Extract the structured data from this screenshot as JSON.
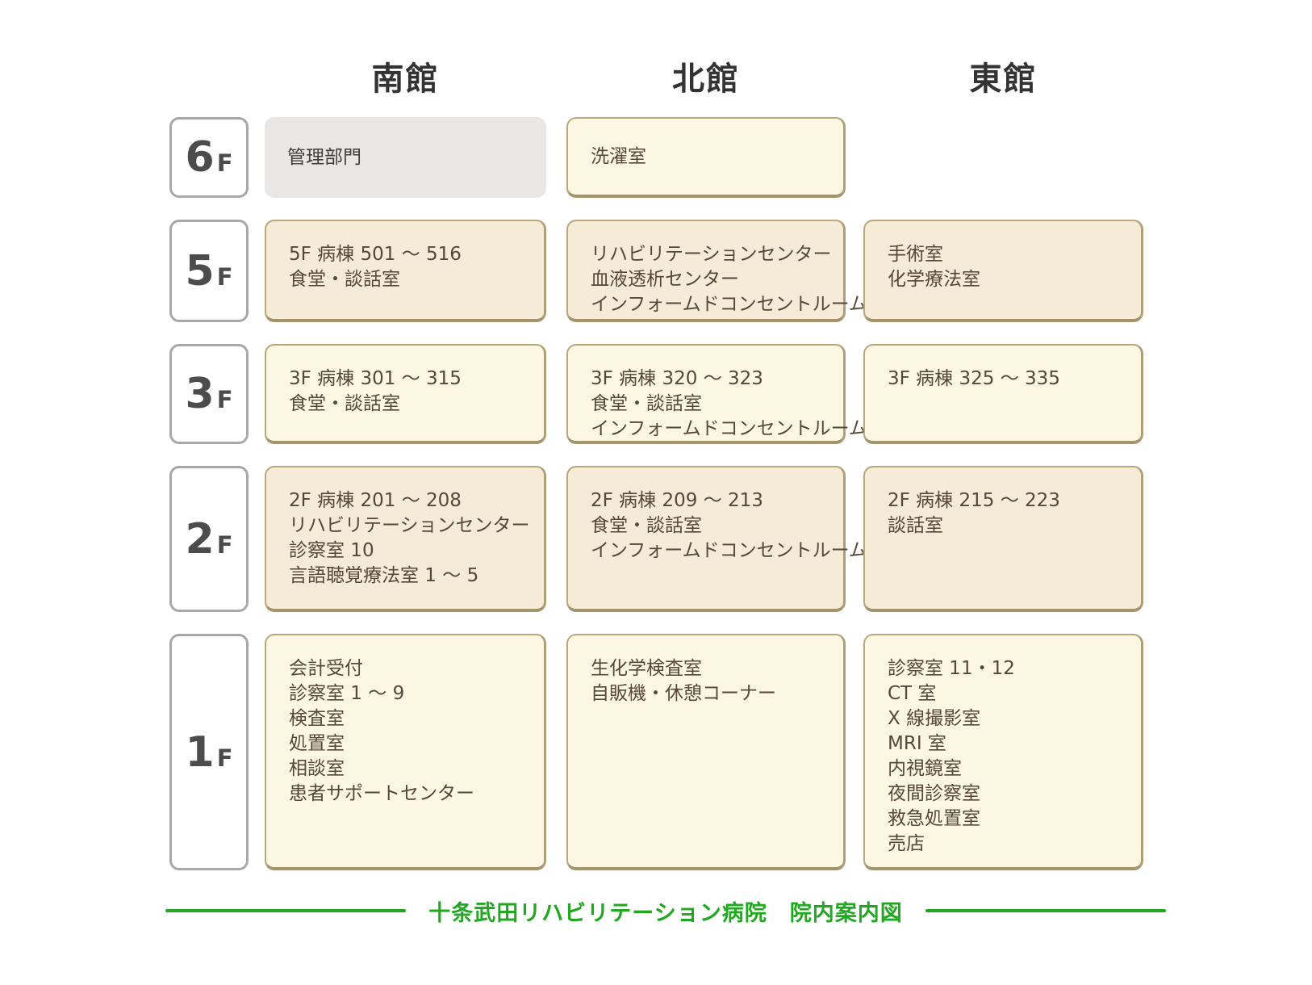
{
  "headers": [
    {
      "id": "south",
      "label": "南館"
    },
    {
      "id": "north",
      "label": "北館"
    },
    {
      "id": "east",
      "label": "東館"
    }
  ],
  "rows": [
    {
      "floor": "6F",
      "cells": [
        {
          "col": "south",
          "variant": "gray",
          "lines": [
            "管理部門"
          ]
        },
        {
          "col": "north",
          "variant": "cream",
          "lines": [
            "洗濯室"
          ]
        },
        {
          "col": "east",
          "variant": "empty",
          "lines": []
        }
      ]
    },
    {
      "floor": "5F",
      "cells": [
        {
          "col": "south",
          "variant": "beige",
          "lines": [
            "5F 病棟 501 ～ 516",
            "食堂・談話室"
          ]
        },
        {
          "col": "north",
          "variant": "beige",
          "lines": [
            "リハビリテーションセンター",
            "血液透析センター",
            "インフォームドコンセントルーム"
          ]
        },
        {
          "col": "east",
          "variant": "beige",
          "lines": [
            "手術室",
            "化学療法室"
          ]
        }
      ]
    },
    {
      "floor": "3F",
      "cells": [
        {
          "col": "south",
          "variant": "cream",
          "lines": [
            "3F 病棟 301 ～ 315",
            "食堂・談話室"
          ]
        },
        {
          "col": "north",
          "variant": "cream",
          "lines": [
            "3F 病棟 320 ～ 323",
            "食堂・談話室",
            "インフォームドコンセントルーム"
          ]
        },
        {
          "col": "east",
          "variant": "cream",
          "lines": [
            "3F 病棟 325 ～ 335"
          ]
        }
      ]
    },
    {
      "floor": "2F",
      "cells": [
        {
          "col": "south",
          "variant": "beige",
          "lines": [
            "2F 病棟 201 ～ 208",
            "リハビリテーションセンター",
            "診察室 10",
            "言語聴覚療法室 1 ～ 5"
          ]
        },
        {
          "col": "north",
          "variant": "beige",
          "lines": [
            "2F 病棟 209 ～ 213",
            "食堂・談話室",
            "インフォームドコンセントルーム"
          ]
        },
        {
          "col": "east",
          "variant": "beige",
          "lines": [
            "2F 病棟 215 ～ 223",
            "談話室"
          ]
        }
      ]
    },
    {
      "floor": "1F",
      "cells": [
        {
          "col": "south",
          "variant": "cream",
          "lines": [
            "会計受付",
            "診察室 1 ～ 9",
            "検査室",
            "処置室",
            "相談室",
            "患者サポートセンター"
          ]
        },
        {
          "col": "north",
          "variant": "cream",
          "lines": [
            "生化学検査室",
            "自販機・休憩コーナー"
          ]
        },
        {
          "col": "east",
          "variant": "cream",
          "lines": [
            "診察室 11・12",
            "CT 室",
            "X 線撮影室",
            "MRI 室",
            "内視鏡室",
            "夜間診察室",
            "救急処置室",
            "売店"
          ]
        }
      ]
    }
  ],
  "footer": {
    "title": "十条武田リハビリテーション病院　院内案内図"
  },
  "colors": {
    "cream": "#fcf7e3",
    "beige": "#f5ebd7",
    "gray": "#e8e7e5",
    "border_tan": "#b9a77d",
    "border_tan_dark": "#a5936b",
    "text_brown": "#564737",
    "green": "#21a821",
    "header_text": "#333333",
    "floor_text": "#4c4c4c"
  }
}
